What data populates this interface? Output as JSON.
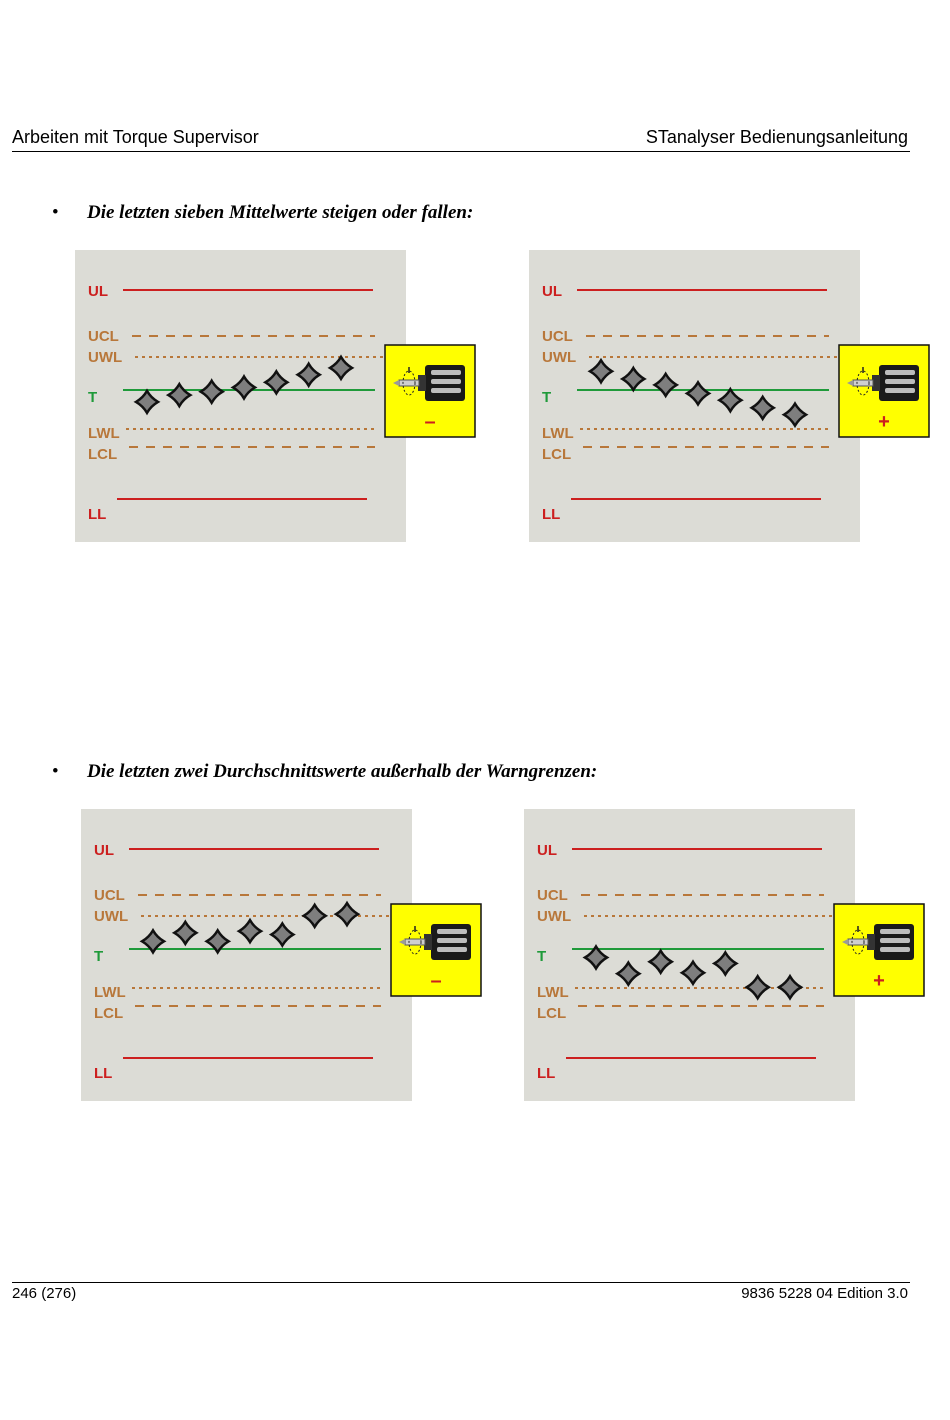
{
  "header": {
    "left": "Arbeiten mit Torque Supervisor",
    "right": "STanalyser Bedienungsanleitung"
  },
  "footer": {
    "left": "246 (276)",
    "right": "9836 5228 04 Edition 3.0"
  },
  "sections": [
    {
      "bullet": "•",
      "text": "Die letzten sieben Mittelwerte steigen oder fallen:"
    },
    {
      "bullet": "•",
      "text": "Die letzten zwei Durchschnittswerte außerhalb der Warngrenzen:"
    }
  ],
  "limit_labels": {
    "ul": "UL",
    "ucl": "UCL",
    "uwl": "UWL",
    "t": "T",
    "lwl": "LWL",
    "lcl": "LCL",
    "ll": "LL"
  },
  "colors": {
    "panel_bg": "#dcdcd6",
    "limit_red": "#cc1f1f",
    "control_brown": "#b8773a",
    "target_green": "#1f9a3a",
    "marker_fill": "#7e7e7e",
    "badge_yellow": "#ffff00"
  },
  "charts": [
    {
      "id": "chart-rising-trend",
      "badge_sign": "–",
      "points": [
        -0.7,
        -0.3,
        -0.1,
        0.15,
        0.45,
        0.9,
        1.3
      ]
    },
    {
      "id": "chart-falling-trend",
      "badge_sign": "+",
      "points": [
        1.1,
        0.65,
        0.3,
        -0.2,
        -0.6,
        -1.05,
        -1.45
      ]
    },
    {
      "id": "chart-above-warning",
      "badge_sign": "–",
      "points": [
        0.45,
        0.95,
        0.45,
        1.05,
        0.85,
        1.95,
        2.05
      ]
    },
    {
      "id": "chart-below-warning",
      "badge_sign": "+",
      "points": [
        -0.5,
        -1.45,
        -0.75,
        -1.4,
        -0.85,
        -2.25,
        -2.25
      ]
    }
  ]
}
